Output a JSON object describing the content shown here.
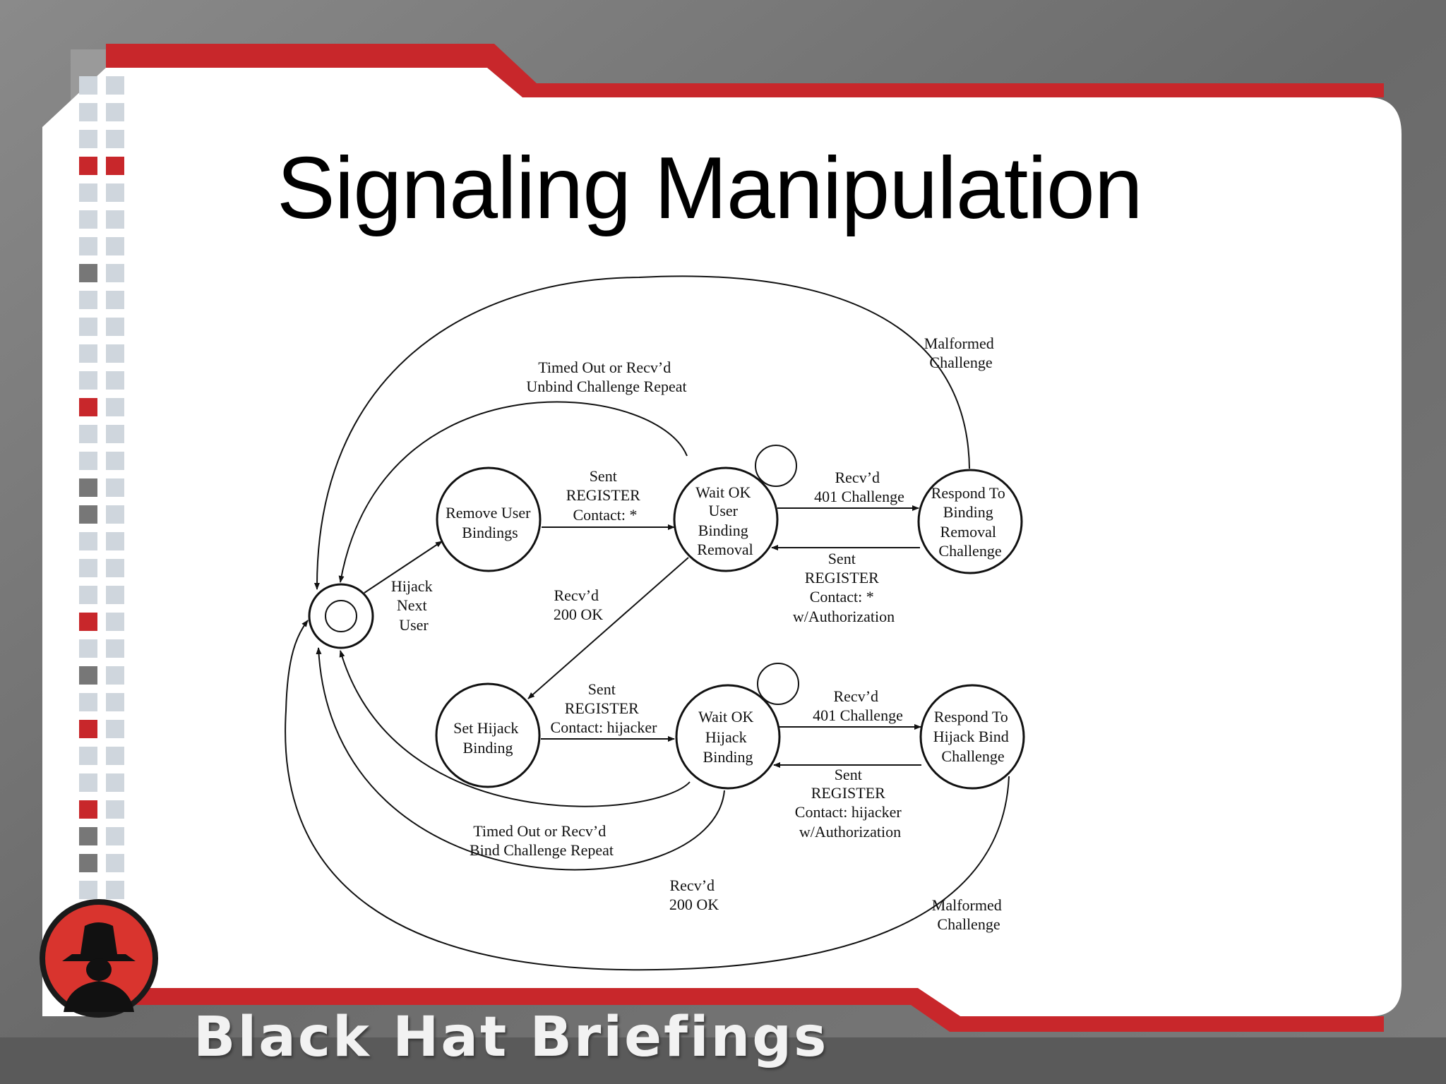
{
  "slide": {
    "title": "Signaling Manipulation",
    "footer": "Black Hat Briefings",
    "colors": {
      "accent_red": "#c8272b",
      "panel": "#ffffff",
      "frame_gray": "#6f6f6f"
    }
  },
  "diagram": {
    "nodes": {
      "start": {
        "label": ""
      },
      "remove_user_bindings": {
        "lines": [
          "Remove User",
          "Bindings"
        ]
      },
      "wait_ok_removal": {
        "lines": [
          "Wait OK",
          "User",
          "Binding",
          "Removal"
        ]
      },
      "respond_removal_challenge": {
        "lines": [
          "Respond To",
          "Binding",
          "Removal",
          "Challenge"
        ]
      },
      "set_hijack_binding": {
        "lines": [
          "Set Hijack",
          "Binding"
        ]
      },
      "wait_ok_hijack": {
        "lines": [
          "Wait OK",
          "Hijack",
          "Binding"
        ]
      },
      "respond_hijack_challenge": {
        "lines": [
          "Respond To",
          "Hijack Bind",
          "Challenge"
        ]
      }
    },
    "edges": {
      "hijack_next_user": [
        "Hijack",
        "Next",
        "User"
      ],
      "sent_register_star": [
        "Sent",
        "REGISTER",
        "Contact: *"
      ],
      "recvd_401_top": [
        "Recv’d",
        "401 Challenge"
      ],
      "sent_register_auth_top": [
        "Sent",
        "REGISTER",
        "Contact: *",
        "w/Authorization"
      ],
      "recvd_200_top": [
        "Recv’d",
        "200 OK"
      ],
      "timed_out_unbind": [
        "Timed Out or Recv’d",
        "Unbind Challenge Repeat"
      ],
      "malformed_top": [
        "Malformed",
        "Challenge"
      ],
      "sent_register_hijacker": [
        "Sent",
        "REGISTER",
        "Contact: hijacker"
      ],
      "recvd_401_bottom": [
        "Recv’d",
        "401 Challenge"
      ],
      "sent_register_auth_bottom": [
        "Sent",
        "REGISTER",
        "Contact: hijacker",
        "w/Authorization"
      ],
      "timed_out_bind": [
        "Timed Out or Recv’d",
        "Bind Challenge Repeat"
      ],
      "recvd_200_bottom": [
        "Recv’d",
        "200 OK"
      ],
      "malformed_bottom": [
        "Malformed",
        "Challenge"
      ]
    }
  }
}
